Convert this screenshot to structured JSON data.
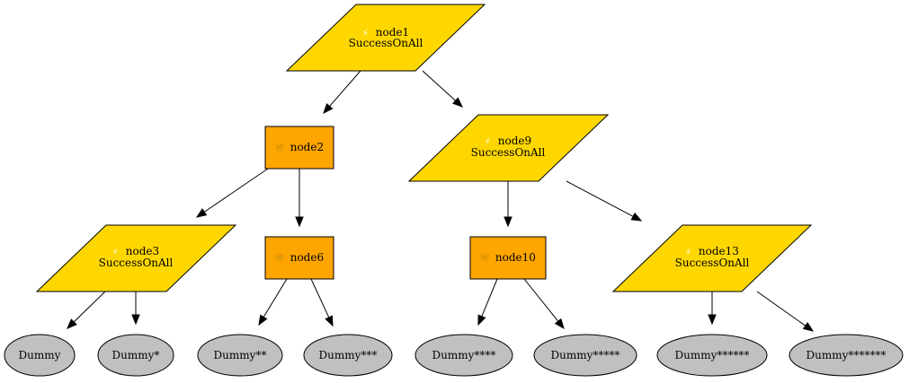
{
  "colors": {
    "parallel_fill": "#FFD700",
    "sequence_fill": "#FFA500",
    "leaf_fill": "#C0C0C0",
    "stroke": "#000000",
    "parallel_icon": "#FFFFFF",
    "sequence_icon": "#B8860B"
  },
  "icons": {
    "parallel": "⚡",
    "sequence": "Ⓜ"
  },
  "nodes": {
    "node1": {
      "kind": "parallel",
      "name": "node1",
      "policy": "SuccessOnAll"
    },
    "node2": {
      "kind": "sequence",
      "name": "node2"
    },
    "node3": {
      "kind": "parallel",
      "name": "node3",
      "policy": "SuccessOnAll"
    },
    "node6": {
      "kind": "sequence",
      "name": "node6"
    },
    "node9": {
      "kind": "parallel",
      "name": "node9",
      "policy": "SuccessOnAll"
    },
    "node10": {
      "kind": "sequence",
      "name": "node10"
    },
    "node13": {
      "kind": "parallel",
      "name": "node13",
      "policy": "SuccessOnAll"
    },
    "leaf1": {
      "kind": "leaf",
      "name": "Dummy"
    },
    "leaf2": {
      "kind": "leaf",
      "name": "Dummy*"
    },
    "leaf3": {
      "kind": "leaf",
      "name": "Dummy**"
    },
    "leaf4": {
      "kind": "leaf",
      "name": "Dummy***"
    },
    "leaf5": {
      "kind": "leaf",
      "name": "Dummy****"
    },
    "leaf6": {
      "kind": "leaf",
      "name": "Dummy*****"
    },
    "leaf7": {
      "kind": "leaf",
      "name": "Dummy******"
    },
    "leaf8": {
      "kind": "leaf",
      "name": "Dummy*******"
    }
  },
  "edges": [
    {
      "from": "node1",
      "to": "node2"
    },
    {
      "from": "node1",
      "to": "node9"
    },
    {
      "from": "node2",
      "to": "node3"
    },
    {
      "from": "node2",
      "to": "node6"
    },
    {
      "from": "node3",
      "to": "leaf1"
    },
    {
      "from": "node3",
      "to": "leaf2"
    },
    {
      "from": "node6",
      "to": "leaf3"
    },
    {
      "from": "node6",
      "to": "leaf4"
    },
    {
      "from": "node9",
      "to": "node10"
    },
    {
      "from": "node9",
      "to": "node13"
    },
    {
      "from": "node10",
      "to": "leaf5"
    },
    {
      "from": "node10",
      "to": "leaf6"
    },
    {
      "from": "node13",
      "to": "leaf7"
    },
    {
      "from": "node13",
      "to": "leaf8"
    }
  ]
}
